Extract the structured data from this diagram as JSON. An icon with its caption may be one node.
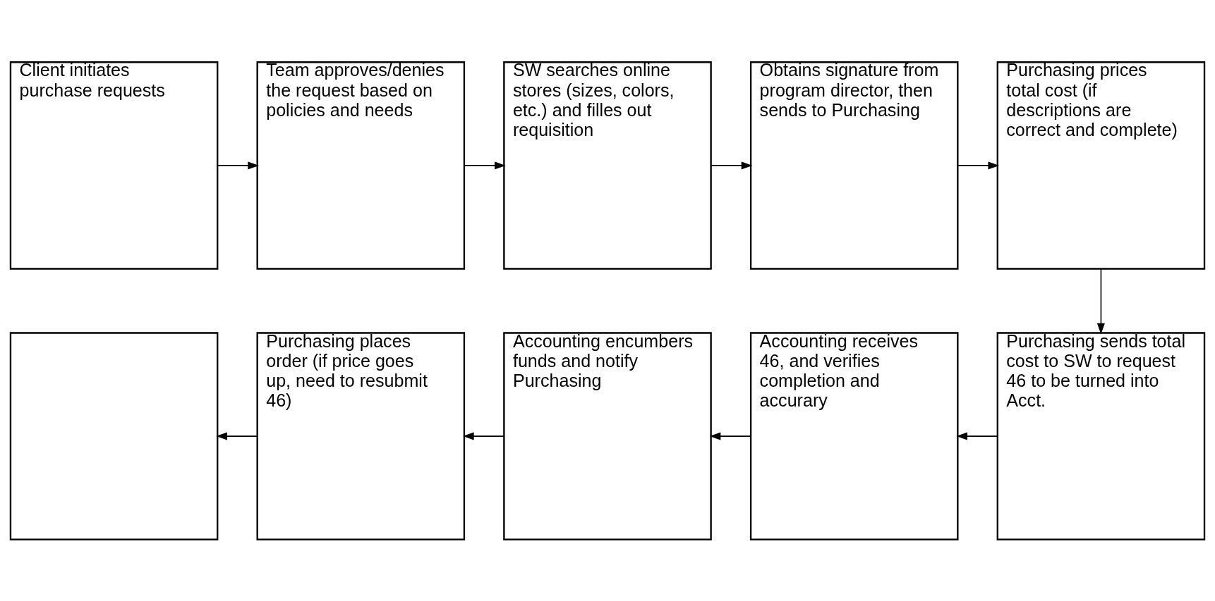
{
  "diagram": {
    "nodes": [
      {
        "text": [
          "Client initiates purchase requests"
        ]
      },
      {
        "text": [
          "Team approves/denies the request based on policies and needs"
        ]
      },
      {
        "text": [
          "SW searches online stores (sizes, colors, etc.) and filles out requisition"
        ]
      },
      {
        "text": [
          "Obtains signature from program director, then sends to Purchasing"
        ]
      },
      {
        "text": [
          "Purchasing prices total cost (if descriptions are correct and complete)"
        ]
      },
      {
        "text": [
          "Purchasing sends total cost to SW to request 46 to be turned into Acct."
        ]
      },
      {
        "text": [
          "Accounting receives 46, and verifies completion and accurary"
        ]
      },
      {
        "text": [
          "Accounting encumbers funds and notify Purchasing"
        ]
      },
      {
        "text": [
          "Purchasing places order (if price goes up, need to resubmit 46)"
        ]
      },
      {
        "text": [],
        "shape": "box"
      }
    ],
    "edges": [
      {
        "from": 0,
        "to": 1,
        "arrow": "to"
      },
      {
        "from": 1,
        "to": 2,
        "arrow": "to"
      },
      {
        "from": 2,
        "to": 3,
        "arrow": "to"
      },
      {
        "from": 3,
        "to": 4,
        "arrow": "to"
      },
      {
        "from": 4,
        "to": 5,
        "arrow": "to"
      },
      {
        "from": 5,
        "to": 6,
        "arrow": "to"
      },
      {
        "from": 6,
        "to": 7,
        "arrow": "to"
      },
      {
        "from": 7,
        "to": 8,
        "arrow": "to"
      },
      {
        "from": 8,
        "to": 9,
        "arrow": "to"
      }
    ]
  }
}
